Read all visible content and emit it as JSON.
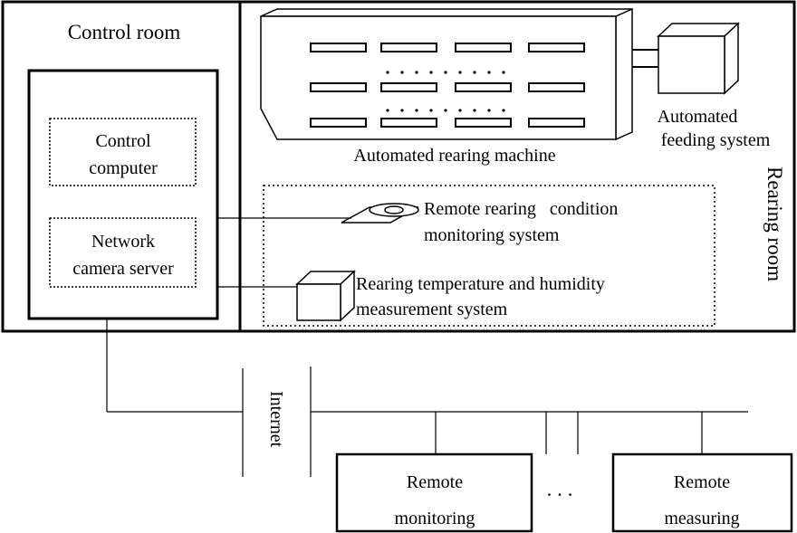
{
  "rooms": {
    "control_room": "Control room",
    "rearing_room": "Rearing room"
  },
  "control": {
    "computer_line1": "Control",
    "computer_line2": "computer",
    "camera_line1": "Network",
    "camera_line2": "camera server"
  },
  "rearing": {
    "machine_label": "Automated rearing machine",
    "feeding_line1": "Automated",
    "feeding_line2": "feeding system",
    "camera_system_line1": "Remote rearing   condition",
    "camera_system_line2": "monitoring system",
    "thermo_line1": "Rearing temperature and humidity",
    "thermo_line2": "measurement system"
  },
  "network": {
    "internet": "Internet",
    "ellipsis": ". . .",
    "remote_monitoring_line1": "Remote",
    "remote_monitoring_line2": "monitoring",
    "remote_measuring_line1": "Remote",
    "remote_measuring_line2": "measuring"
  }
}
